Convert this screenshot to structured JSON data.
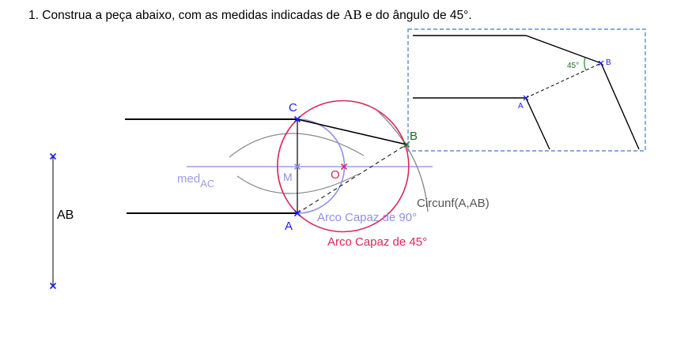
{
  "prompt": {
    "number": "1.",
    "before": "Construa a peça abaixo, com as medidas indicadas de",
    "segment": "AB",
    "middle": "e do ângulo de",
    "angle": "45°."
  },
  "labels": {
    "ab_measure": "AB",
    "point_a": "A",
    "point_b": "B",
    "point_c": "C",
    "point_m": "M",
    "point_o": "O",
    "med_main": "med",
    "med_sub": "AC",
    "circunf": "Circunf(A,AB)",
    "arco90": "Arco Capaz de 90°",
    "arco45": "Arco Capaz de 45°"
  },
  "inset": {
    "label_a": "A",
    "label_b": "B",
    "angle_label": "45°"
  },
  "colors": {
    "black": "#000000",
    "blue_points": "#1a1aff",
    "mediatrix": "#9b9bf2",
    "arc90": "#8f8fe6",
    "arc45": "#d8285a",
    "gray": "#8a8a8a",
    "green": "#1d6e1d",
    "frame": "#5b8fd0"
  }
}
